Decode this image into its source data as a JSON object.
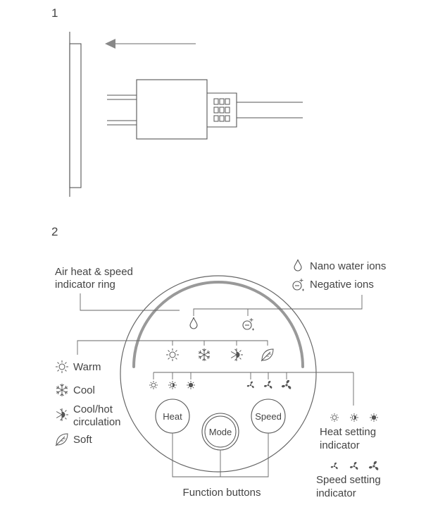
{
  "step_labels": {
    "step1": "1",
    "step2": "2"
  },
  "callouts": {
    "ring_line1": "Air heat & speed",
    "ring_line2": "indicator ring",
    "nano_water_ions": "Nano water ions",
    "negative_ions": "Negative ions",
    "heat_setting_line1": "Heat setting",
    "heat_setting_line2": "indicator",
    "speed_setting_line1": "Speed setting",
    "speed_setting_line2": "indicator",
    "function_buttons": "Function buttons"
  },
  "modes": {
    "warm": "Warm",
    "cool": "Cool",
    "circulation_line1": "Cool/hot",
    "circulation_line2": "circulation",
    "soft": "Soft"
  },
  "buttons": {
    "heat": "Heat",
    "mode": "Mode",
    "speed": "Speed"
  },
  "icons": {
    "arrow": "arrow-left-icon",
    "water_drop": "water-drop-icon",
    "negative_ion": "negative-ion-icon",
    "sun": "sun-icon",
    "snowflake": "snowflake-icon",
    "circulation": "circulation-icon",
    "leaf": "leaf-icon",
    "fan": "fan-icon"
  },
  "colors": {
    "line": "#555555",
    "ring": "#999999",
    "text": "#444444"
  }
}
